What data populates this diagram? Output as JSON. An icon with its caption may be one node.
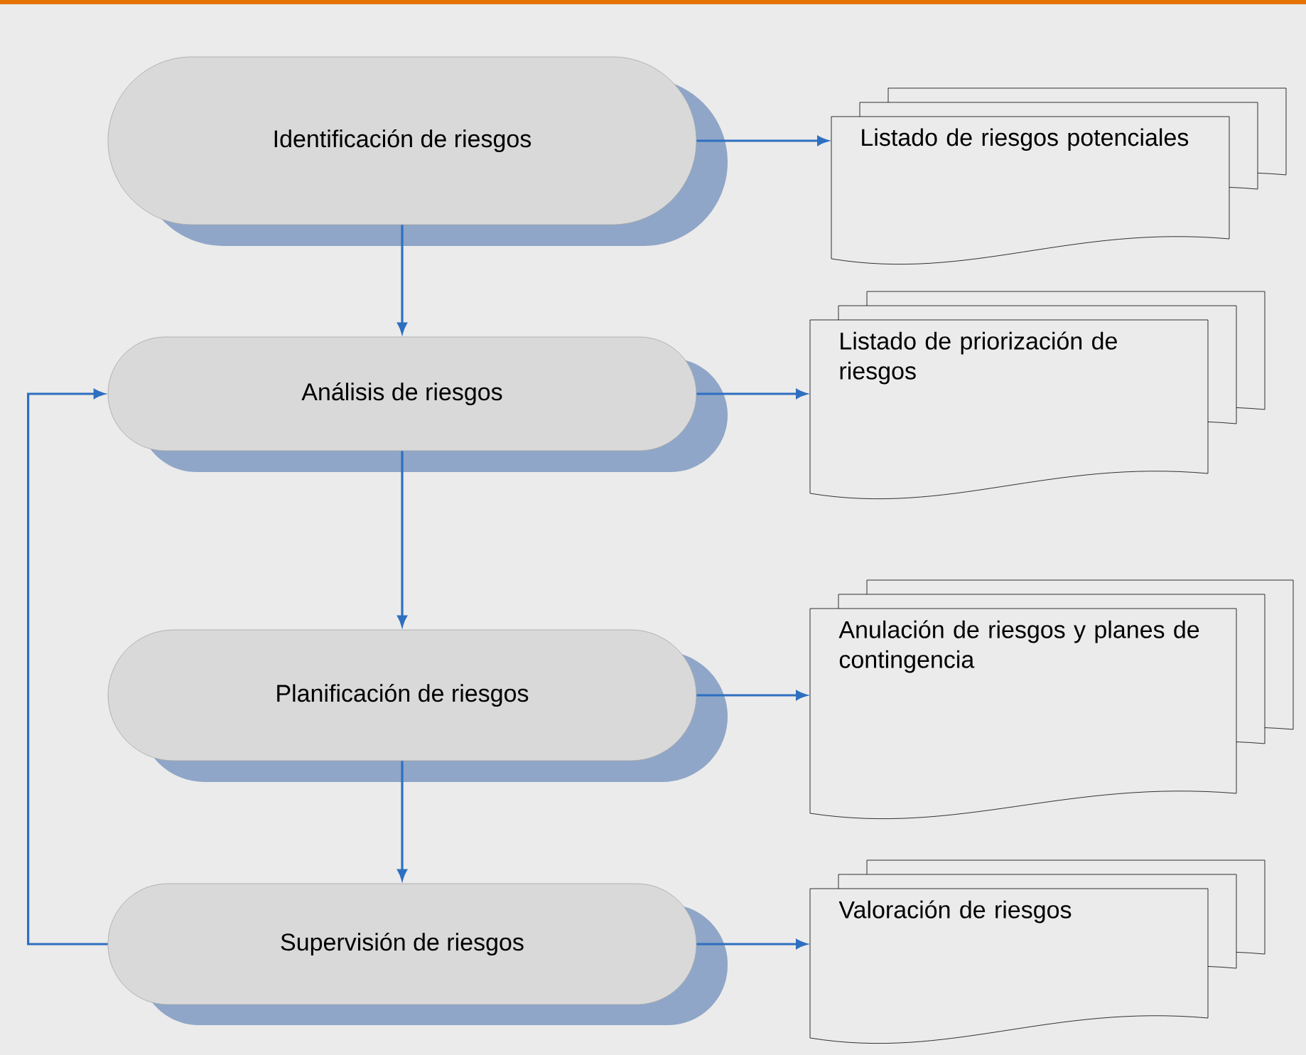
{
  "diagram": {
    "nodes": [
      {
        "text": [
          "Identificación de riesgos"
        ]
      },
      {
        "text": [
          "Análisis de riesgos"
        ]
      },
      {
        "text": [
          "Planificación de riesgos"
        ]
      },
      {
        "text": [
          "Supervisión de riesgos"
        ]
      },
      {
        "text": [
          "Listado de riesgos potenciales"
        ]
      },
      {
        "text": [
          "Listado de priorización de riesgos"
        ]
      },
      {
        "text": [
          "Anulación de riesgos y planes de contingencia"
        ]
      },
      {
        "text": [
          "Valoración de riesgos"
        ]
      }
    ],
    "edges": [
      {
        "from": 0,
        "to": 1,
        "arrow": "to"
      },
      {
        "from": 1,
        "to": 2,
        "arrow": "to"
      },
      {
        "from": 2,
        "to": 3,
        "arrow": "to"
      },
      {
        "from": 3,
        "to": 1,
        "arrow": "to"
      },
      {
        "from": 0,
        "to": 4,
        "arrow": "to"
      },
      {
        "from": 1,
        "to": 5,
        "arrow": "to"
      },
      {
        "from": 2,
        "to": 6,
        "arrow": "to"
      },
      {
        "from": 3,
        "to": 7,
        "arrow": "to"
      }
    ]
  }
}
